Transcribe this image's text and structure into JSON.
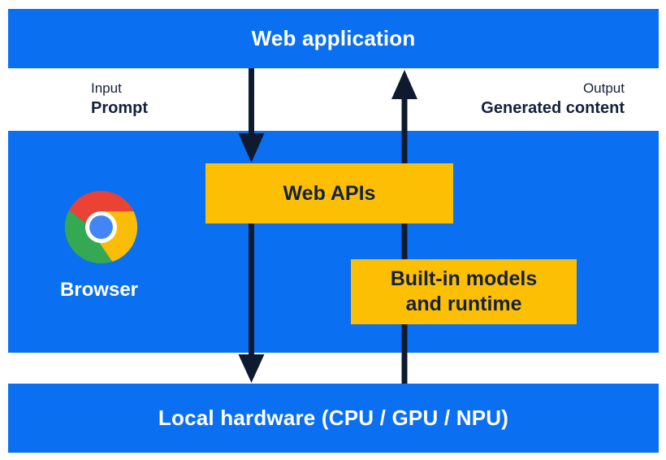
{
  "colors": {
    "panel-blue": "#0b6ff2",
    "box-yellow": "#fdbf03",
    "text-ink": "#15203a",
    "arrow-ink": "#0f1a2e",
    "chrome-red": "#ea4335",
    "chrome-yellow": "#fbbc05",
    "chrome-green": "#34a853",
    "chrome-blue": "#4285f4"
  },
  "nodes": {
    "web_application": "Web application",
    "web_apis": "Web APIs",
    "builtin_models": {
      "line1": "Built-in models",
      "line2": "and runtime"
    },
    "local_hardware": "Local hardware (CPU / GPU / NPU)",
    "browser": "Browser"
  },
  "flow_labels": {
    "input": {
      "title": "Input",
      "value": "Prompt"
    },
    "output": {
      "title": "Output",
      "value": "Generated content"
    }
  },
  "icons": {
    "chrome_logo": "chrome-browser-icon"
  },
  "arrows": {
    "down_webapp_to_webapis": "Web application to Web APIs",
    "down_webapis_to_hardware": "Web APIs to local hardware",
    "up_hardware_to_webapp": "Local hardware to Web application"
  }
}
